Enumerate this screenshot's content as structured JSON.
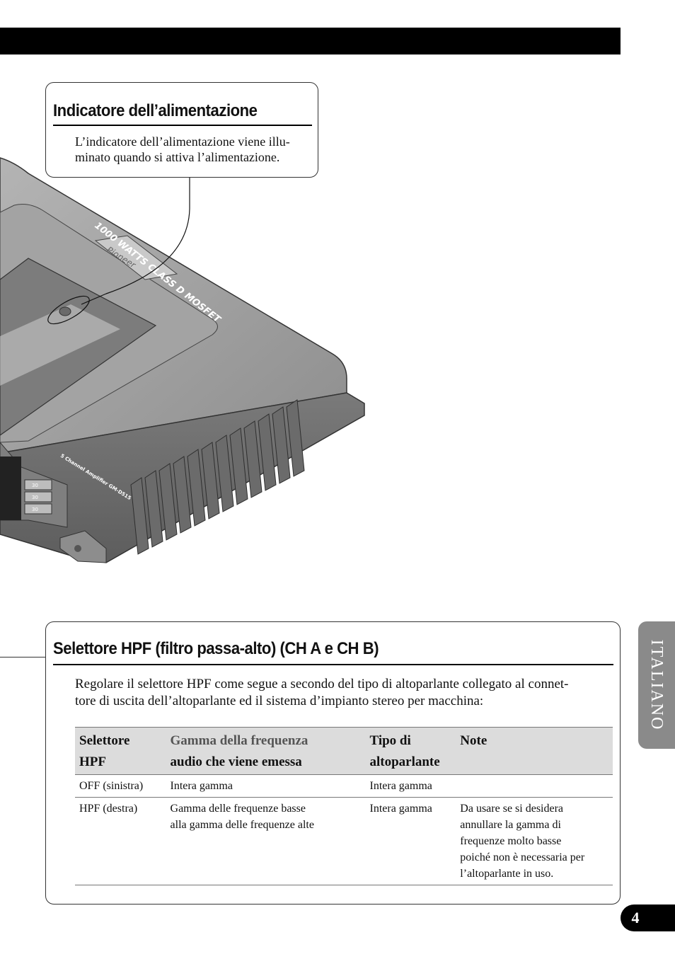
{
  "callout": {
    "title": "Indicatore dell’alimentazione",
    "body_line1": "L’indicatore dell’alimentazione viene illu-",
    "body_line2": "minato quando si attiva l’alimentazione."
  },
  "illustration": {
    "side_label": "1000 WATTS CLASS D MOSFET",
    "brand": "Pioneer",
    "model_label": "5 Channel Amplifier  GM-D515",
    "fuse_labels": [
      "30",
      "30",
      "30"
    ]
  },
  "section": {
    "title": "Selettore HPF (filtro passa-alto) (CH A e CH B)",
    "body_line1": "Regolare il selettore HPF come segue a secondo del tipo di altoparlante collegato al connet-",
    "body_line2": "tore di uscita dell’altoparlante ed il sistema d’impianto stereo per macchina:"
  },
  "table": {
    "headers": {
      "col1_line1": "Selettore",
      "col1_line2": "HPF",
      "col2_line1": "Gamma della frequenza",
      "col2_line2": "audio che viene emessa",
      "col3_line1": "Tipo di",
      "col3_line2": "altoparlante",
      "col4": "Note"
    },
    "rows": [
      {
        "selector": "OFF (sinistra)",
        "range": "Intera gamma",
        "range_line2": "",
        "type": "Intera gamma",
        "note_lines": [
          "",
          "",
          "",
          "",
          ""
        ]
      },
      {
        "selector": "HPF (destra)",
        "range": "Gamma delle frequenze basse",
        "range_line2": "alla gamma delle frequenze alte",
        "type": "Intera gamma",
        "note_lines": [
          "Da usare se si desidera",
          "annullare la gamma di",
          "frequenze molto basse",
          "poiché non è necessaria per",
          "l’altoparlante in uso."
        ]
      }
    ]
  },
  "language_tab": "ITALIANO",
  "page_number": "4"
}
